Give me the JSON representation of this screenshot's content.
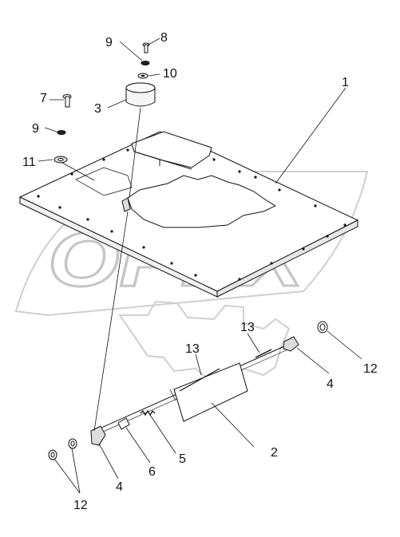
{
  "watermark": {
    "text": "OPEX",
    "color": "#c8c8c8"
  },
  "corner_mark": "",
  "callouts": {
    "c1": "1",
    "c2": "2",
    "c3": "3",
    "c4a": "4",
    "c4b": "4",
    "c5": "5",
    "c6": "6",
    "c7": "7",
    "c8": "8",
    "c9a": "9",
    "c9b": "9",
    "c10": "10",
    "c11": "11",
    "c12a": "12",
    "c12b": "12",
    "c13a": "13",
    "c13b": "13"
  },
  "colors": {
    "line": "#111111",
    "fill": "#ffffff",
    "shade": "#e8e8e8"
  }
}
